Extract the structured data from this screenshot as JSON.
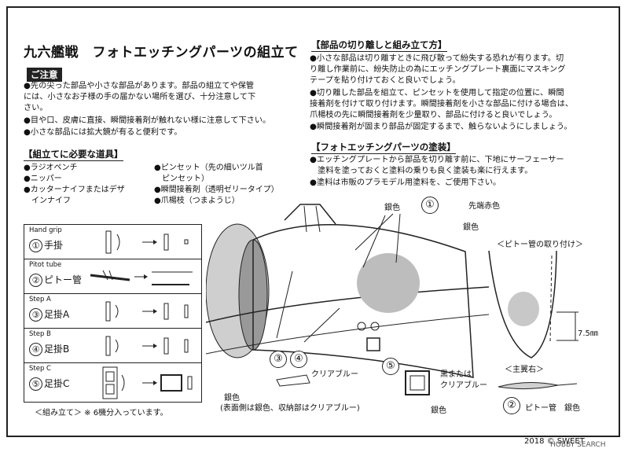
{
  "title": "九六艦戦　フォトエッチングパーツの組立て",
  "caution": {
    "heading": "ご注意",
    "lines": [
      "●先の尖った部品や小さな部品があります。部品の組立てや保管",
      "には、小さなお子様の手の届かない場所を選び、十分注意して下",
      "さい。",
      "●目や口、皮膚に直接、瞬間接着剤が触れない様に注意して下さい。",
      "●小さな部品には拡大鏡が有ると便利です。"
    ]
  },
  "tools": {
    "heading": "【組立てに必要な道具】",
    "left": [
      "●ラジオペンチ",
      "●ニッパー",
      "●カッターナイフまたはデザ",
      "　インナイフ"
    ],
    "right": [
      "●ピンセット（先の細いツル首",
      "　ピンセット）",
      "●瞬間接着剤（透明ゼリータイプ）",
      "●爪楊枝（つまようじ）"
    ]
  },
  "separation": {
    "heading": "【部品の切り離しと組み立て方】",
    "lines": [
      "●小さな部品は切り離すときに飛び散って紛失する恐れが有ります。切",
      "り離し作業前に、紛失防止の為にエッチングプレート裏面にマスキング",
      "テープを貼り付けておくと良いでしょう。",
      "●切り離した部品を組立て、ピンセットを使用して指定の位置に、瞬間",
      "接着剤を付けて取り付けます。瞬間接着剤を小さな部品に付ける場合は、",
      "爪楊枝の先に瞬間接着剤を少量取り、部品に付けると良いでしょう。",
      "●瞬間接着剤が固まり部品が固定するまで、触らないようにしましょう。"
    ]
  },
  "painting": {
    "heading": "【フォトエッチングパーツの塗装】",
    "lines": [
      "●エッチングプレートから部品を切り離す前に、下地にサーフェーサー",
      "　塗料を塗っておくと塗料の乗りも良く塗装も楽に行えます。",
      "●塗料は市販のプラモデル用塗料を、ご使用下さい。"
    ]
  },
  "steps": [
    {
      "en": "Hand grip",
      "num": "①",
      "jp": "手掛"
    },
    {
      "en": "Pitot tube",
      "num": "②",
      "jp": "ピトー管"
    },
    {
      "en": "Step A",
      "num": "③",
      "jp": "足掛A"
    },
    {
      "en": "Step B",
      "num": "④",
      "jp": "足掛B"
    },
    {
      "en": "Step C",
      "num": "⑤",
      "jp": "足掛C"
    }
  ],
  "assembly_note": "＜組み立て＞ ※ 6機分入っています。",
  "callouts": {
    "silver1": "銀色",
    "tip_red": "先端赤色",
    "silver2": "銀色",
    "clear_blue": "クリアブルー",
    "silver_note1": "銀色",
    "silver_note2": "(表面側は銀色、収納部はクリアブルー)",
    "black_or": "黒または",
    "clear_blue2": "クリアブルー",
    "silver3": "銀色",
    "n1": "①",
    "n3": "③",
    "n4": "④",
    "n5": "⑤"
  },
  "pitot": {
    "heading": "＜ピトー管の取り付け＞",
    "dim": "7.5㎜",
    "wing_heading": "＜主翼右＞",
    "num": "②",
    "label": "ピトー管　銀色"
  },
  "copyright": "2018 © SWEET",
  "watermark": "HOBBY SEARCH"
}
